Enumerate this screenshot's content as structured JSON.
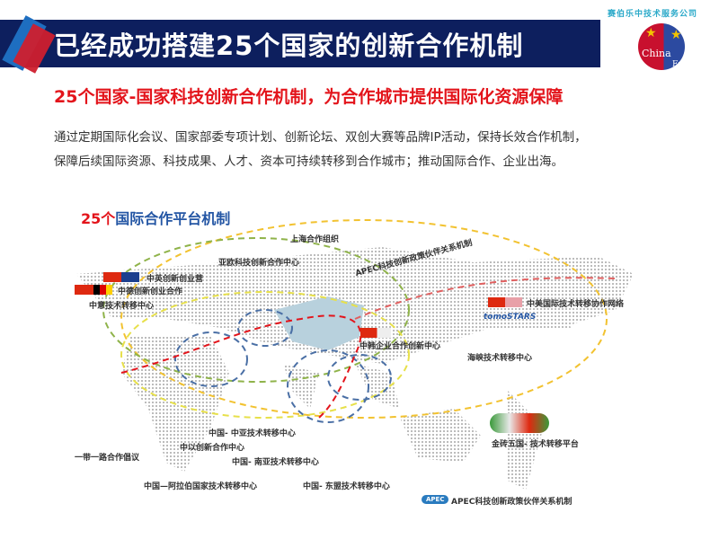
{
  "header": {
    "title": "已经成功搭建25个国家的创新合作机制",
    "brand_text": "赛伯乐中技术服务公司",
    "brand_china": "China",
    "brand_eu": "Eu"
  },
  "subtitle": "25个国家-国家科技创新合作机制，为合作城市提供国际化资源保障",
  "paragraph": [
    "通过定期国际化会议、国家部委专项计划、创新论坛、双创大赛等品牌IP活动，保持长效合作机制，",
    "保障后续国际资源、科技成果、人才、资本可持续转移到合作城市；推动国际合作、企业出海。"
  ],
  "map": {
    "title_num": "25个",
    "title_rest": "国际合作平台机制",
    "labels": [
      "上海合作组织",
      "亚欧科技创新合作中心",
      "APEC科技创新政策伙伴关系机制",
      "中英创新创业营",
      "中德创新创业合作",
      "中意技术转移中心",
      "中美国际技术转移协作网络",
      "中韩企业合作创新中心",
      "海峡技术转移中心",
      "一带一路合作倡议",
      "中国- 中亚技术转移中心",
      "中以创新合作中心",
      "中国- 南亚技术转移中心",
      "中国—阿拉伯国家技术转移中心",
      "中国- 东盟技术转移中心",
      "金砖五国- 技术转移平台",
      "APEC科技创新政策伙伴关系机制"
    ],
    "logo_text": "tomoSTARS",
    "apec": "APEC"
  },
  "colors": {
    "navy": "#0d1f5e",
    "red": "#e3141b",
    "blue": "#2456a4"
  }
}
